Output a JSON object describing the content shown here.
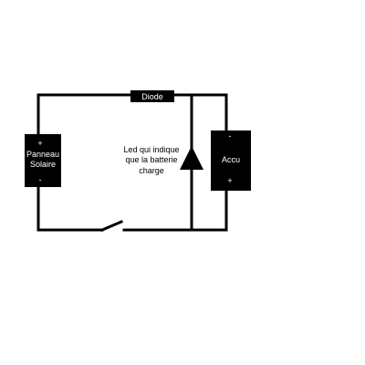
{
  "diagram": {
    "diode_label": "Diode",
    "solar_panel": {
      "plus": "+",
      "line1": "Panneau",
      "line2": "Solaire",
      "minus": "-"
    },
    "battery": {
      "minus": "-",
      "label": "Accu",
      "plus": "+"
    },
    "led_caption": {
      "line1": "Led qui indique",
      "line2": "que la batterie",
      "line3": "charge"
    }
  }
}
